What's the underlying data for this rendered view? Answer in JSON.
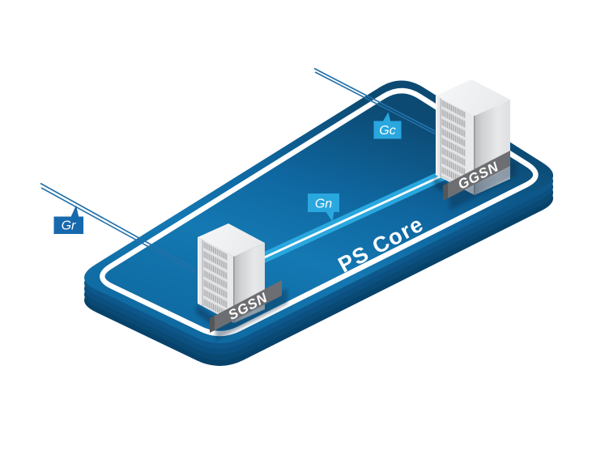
{
  "diagram": {
    "platform": {
      "label": "PS Core",
      "top_color": "#1478B2",
      "dark_edge_color": "#0C4A73",
      "side_color": "#07426A",
      "outline_color": "#FFFFFF"
    },
    "nodes": [
      {
        "id": "sgsn",
        "label": "SGSN",
        "plate_color": "#6D6E71"
      },
      {
        "id": "ggsn",
        "label": "GGSN",
        "plate_color": "#6D6E71"
      }
    ],
    "interfaces": [
      {
        "id": "gr",
        "label": "Gr",
        "badge_color": "#1769AE",
        "line_color": "#2471A9",
        "connects": "SGSN"
      },
      {
        "id": "gn",
        "label": "Gn",
        "badge_color": "#29A7DE",
        "line_color": "#29A7DE",
        "connects": "SGSN-GGSN"
      },
      {
        "id": "gc",
        "label": "Gc",
        "badge_color": "#29A7DE",
        "line_color": "#2471A9",
        "connects": "GGSN"
      }
    ]
  }
}
